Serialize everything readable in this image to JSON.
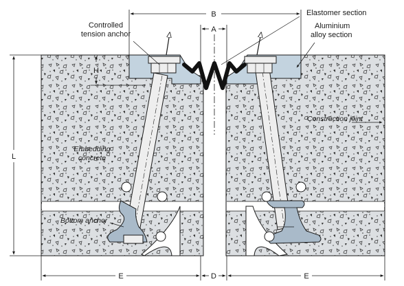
{
  "labels": {
    "controlled_tension_anchor_1": "Controlled",
    "controlled_tension_anchor_2": "tension anchor",
    "elastomer_section": "Elastomer section",
    "aluminium_alloy_1": "Aluminium",
    "aluminium_alloy_2": "alloy section",
    "construction_joint": "Construction joint",
    "embedding_concrete_1": "Embedding",
    "embedding_concrete_2": "concrete",
    "bottom_anchor": "Bottom anchor"
  },
  "dimensions": {
    "b": "B",
    "a": "A",
    "h": "H",
    "l": "L",
    "e_left": "E",
    "d": "D",
    "e_right": "E"
  },
  "colors": {
    "concrete": "#dcdfe2",
    "aluminium": "#c3d3df",
    "bolt": "#eeeeee",
    "bottom_anchor": "#a9bac9",
    "line": "#1a1a1a",
    "elastomer": "#111111"
  }
}
